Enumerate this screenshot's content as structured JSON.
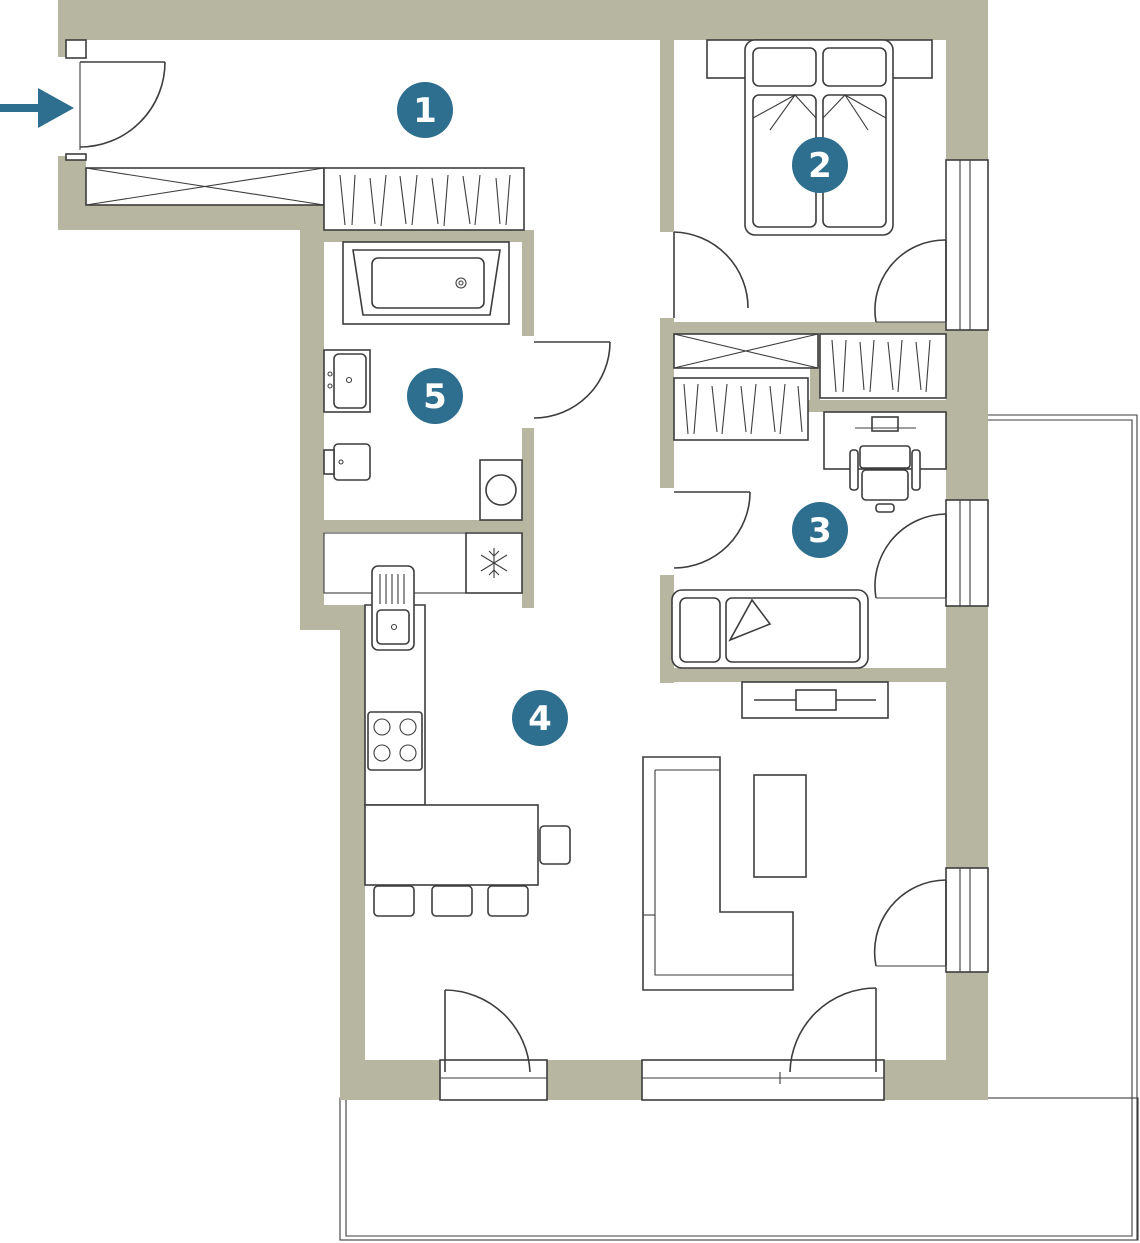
{
  "colors": {
    "wall": "#b7b7a1",
    "line": "#3d3d3d",
    "accent": "#2e6e8e",
    "background": "#ffffff"
  },
  "entry_arrow_icon": "arrow-right-icon",
  "appliance_icon": "snowflake-icon",
  "rooms": [
    {
      "id": "room-1",
      "label": "1"
    },
    {
      "id": "room-2",
      "label": "2"
    },
    {
      "id": "room-3",
      "label": "3"
    },
    {
      "id": "room-4",
      "label": "4"
    },
    {
      "id": "room-5",
      "label": "5"
    }
  ]
}
